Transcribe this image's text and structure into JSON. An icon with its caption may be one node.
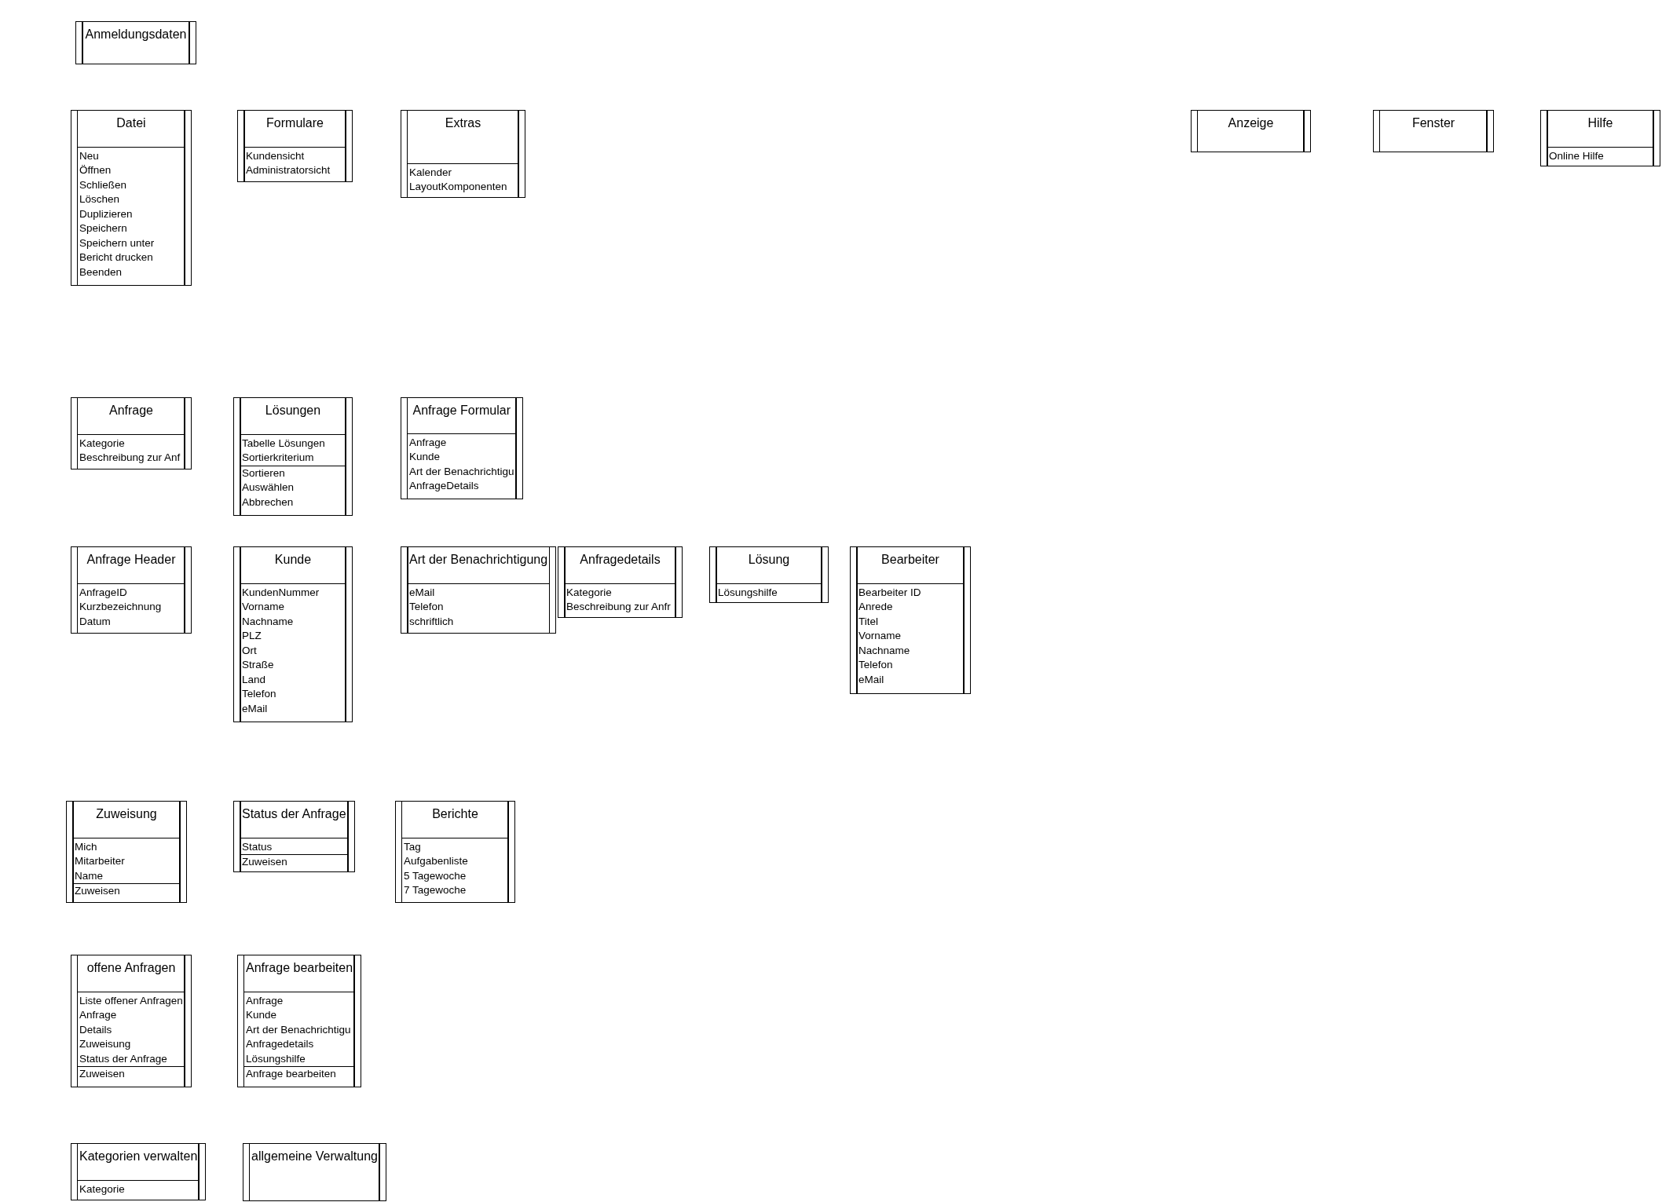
{
  "diagram": {
    "nodes": [
      {
        "text": [
          "Anmeldungsdaten"
        ]
      },
      {
        "text": [
          "Datei",
          "Neu",
          "Öffnen",
          "Schließen",
          "Löschen",
          "Duplizieren",
          "Speichern",
          "Speichern unter",
          "Bericht drucken",
          "Beenden"
        ]
      },
      {
        "text": [
          "Formulare",
          "Kundensicht",
          "Administratorsicht"
        ]
      },
      {
        "text": [
          "Extras",
          "Kalender",
          "LayoutKomponenten"
        ]
      },
      {
        "text": [
          "Anzeige"
        ]
      },
      {
        "text": [
          "Fenster"
        ]
      },
      {
        "text": [
          "Hilfe",
          "Online Hilfe"
        ]
      },
      {
        "text": [
          "Anfrage",
          "Kategorie",
          "Beschreibung zur Anf"
        ]
      },
      {
        "text": [
          "Lösungen",
          "Tabelle Lösungen",
          "Sortierkriterium",
          "Sortieren",
          "Auswählen",
          "Abbrechen"
        ]
      },
      {
        "text": [
          "Anfrage Formular",
          "Anfrage",
          "Kunde",
          "Art der Benachrichtigu",
          "AnfrageDetails"
        ]
      },
      {
        "text": [
          "Anfrage Header",
          "AnfrageID",
          "Kurzbezeichnung",
          "Datum"
        ]
      },
      {
        "text": [
          "Kunde",
          "KundenNummer",
          "Vorname",
          "Nachname",
          "PLZ",
          "Ort",
          "Straße",
          "Land",
          "Telefon",
          "eMail"
        ]
      },
      {
        "text": [
          "Art der Benachrichtigung",
          "eMail",
          "Telefon",
          "schriftlich"
        ]
      },
      {
        "text": [
          "Anfragedetails",
          "Kategorie",
          "Beschreibung zur Anfr"
        ]
      },
      {
        "text": [
          "Lösung",
          "Lösungshilfe"
        ]
      },
      {
        "text": [
          "Bearbeiter",
          "Bearbeiter ID",
          "Anrede",
          "Titel",
          "Vorname",
          "Nachname",
          "Telefon",
          "eMail"
        ]
      },
      {
        "text": [
          "Zuweisung",
          "Mich",
          "Mitarbeiter",
          "Name",
          "Zuweisen"
        ]
      },
      {
        "text": [
          "Status der Anfrage",
          "Status",
          "Zuweisen"
        ]
      },
      {
        "text": [
          "Berichte",
          "Tag",
          "Aufgabenliste",
          "5 Tagewoche",
          "7 Tagewoche"
        ]
      },
      {
        "text": [
          "offene Anfragen",
          "Liste offener Anfragen",
          "Anfrage",
          "Details",
          "Zuweisung",
          "Status der Anfrage",
          "Zuweisen"
        ]
      },
      {
        "text": [
          "Anfrage bearbeiten",
          "Anfrage",
          "Kunde",
          "Art der Benachrichtigu",
          "Anfragedetails",
          "Lösungshilfe",
          "Anfrage bearbeiten"
        ]
      },
      {
        "text": [
          "Kategorien verwalten",
          "Kategorie"
        ]
      },
      {
        "text": [
          "allgemeine Verwaltung"
        ]
      }
    ]
  }
}
